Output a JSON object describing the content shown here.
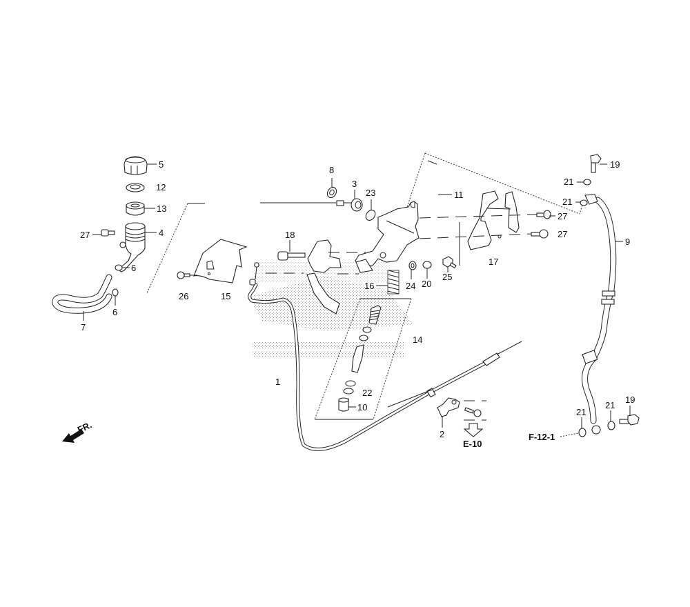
{
  "diagram": {
    "title": "Clutch master cylinder / clutch cable & hose exploded parts view",
    "callouts": [
      {
        "id": "c1",
        "label": "1",
        "part": "clutch cable"
      },
      {
        "id": "c2",
        "label": "2",
        "part": "cable clamp"
      },
      {
        "id": "c3",
        "label": "3",
        "part": "push rod"
      },
      {
        "id": "c4",
        "label": "4",
        "part": "reservoir"
      },
      {
        "id": "c5",
        "label": "5",
        "part": "reservoir cap"
      },
      {
        "id": "c6a",
        "label": "6",
        "part": "hose clip"
      },
      {
        "id": "c6b",
        "label": "6",
        "part": "hose clip"
      },
      {
        "id": "c7",
        "label": "7",
        "part": "reservoir hose"
      },
      {
        "id": "c8",
        "label": "8",
        "part": "boot"
      },
      {
        "id": "c9",
        "label": "9",
        "part": "clutch hose"
      },
      {
        "id": "c10",
        "label": "10",
        "part": "piston cap"
      },
      {
        "id": "c11",
        "label": "11",
        "part": "master cylinder"
      },
      {
        "id": "c12",
        "label": "12",
        "part": "diaphragm plate"
      },
      {
        "id": "c13",
        "label": "13",
        "part": "diaphragm"
      },
      {
        "id": "c14",
        "label": "14",
        "part": "piston set"
      },
      {
        "id": "c15",
        "label": "15",
        "part": "cover"
      },
      {
        "id": "c16",
        "label": "16",
        "part": "spring"
      },
      {
        "id": "c17",
        "label": "17",
        "part": "bracket"
      },
      {
        "id": "c18",
        "label": "18",
        "part": "bolt"
      },
      {
        "id": "c19a",
        "label": "19",
        "part": "oil bolt"
      },
      {
        "id": "c19b",
        "label": "19",
        "part": "oil bolt"
      },
      {
        "id": "c20",
        "label": "20",
        "part": "nut"
      },
      {
        "id": "c21a",
        "label": "21",
        "part": "sealing washer"
      },
      {
        "id": "c21b",
        "label": "21",
        "part": "sealing washer"
      },
      {
        "id": "c21c",
        "label": "21",
        "part": "sealing washer"
      },
      {
        "id": "c21d",
        "label": "21",
        "part": "sealing washer"
      },
      {
        "id": "c22",
        "label": "22",
        "part": "washer"
      },
      {
        "id": "c23",
        "label": "23",
        "part": "o-ring"
      },
      {
        "id": "c24",
        "label": "24",
        "part": "washer"
      },
      {
        "id": "c25",
        "label": "25",
        "part": "bolt"
      },
      {
        "id": "c26",
        "label": "26",
        "part": "screw"
      },
      {
        "id": "c27a",
        "label": "27",
        "part": "bolt"
      },
      {
        "id": "c27b",
        "label": "27",
        "part": "bolt"
      },
      {
        "id": "c27c",
        "label": "27",
        "part": "bolt"
      }
    ],
    "references": {
      "e10": "E-10",
      "f121": "F-12-1"
    },
    "direction": {
      "label": "FR.",
      "icon": "front-direction-arrow-icon"
    }
  }
}
